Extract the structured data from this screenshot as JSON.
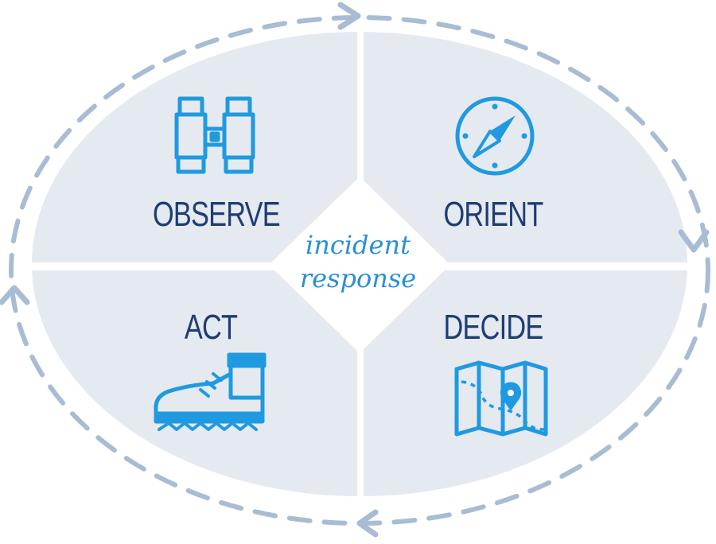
{
  "diagram": {
    "center": {
      "line1": "incident",
      "line2": "response"
    },
    "quadrants": [
      {
        "label": "OBSERVE",
        "icon": "binoculars-icon"
      },
      {
        "label": "ORIENT",
        "icon": "compass-icon"
      },
      {
        "label": "DECIDE",
        "icon": "map-icon"
      },
      {
        "label": "ACT",
        "icon": "boot-icon"
      }
    ],
    "colors": {
      "ellipse_fill": "#e5e9f0",
      "cycle_arrow": "#a8bcd4",
      "icon_blue": "#1f9ae0",
      "label_navy": "#1e3d73",
      "center_text": "#2a8fd8"
    }
  }
}
